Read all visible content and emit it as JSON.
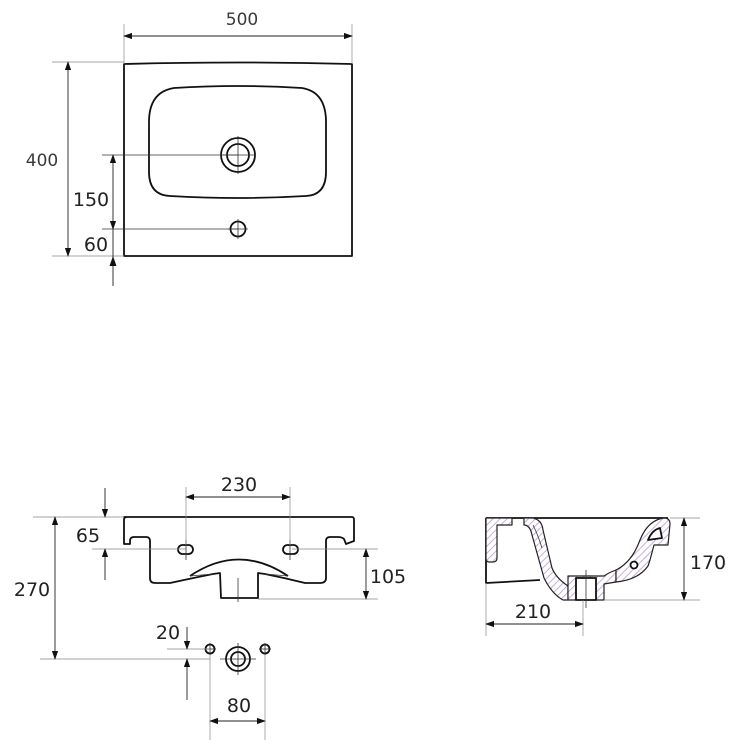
{
  "drawing": {
    "subject": "washbasin technical drawing",
    "units": "mm",
    "hatch_color": "#b79ad6",
    "line_color": "#111111"
  },
  "top_view": {
    "dimensions": {
      "width": "500",
      "depth": "400",
      "drain_from_tap_hole": "150",
      "tap_hole_from_front": "60"
    }
  },
  "front_view": {
    "dimensions": {
      "mounting_holes_spacing": "230",
      "mounting_holes_from_top": "65",
      "total_height_to_waste": "270",
      "bowl_depth_below_holes": "105",
      "waste_offset": "20",
      "waste_fixing_spacing": "80"
    }
  },
  "side_view": {
    "dimensions": {
      "height": "170",
      "drain_from_wall": "210"
    }
  }
}
